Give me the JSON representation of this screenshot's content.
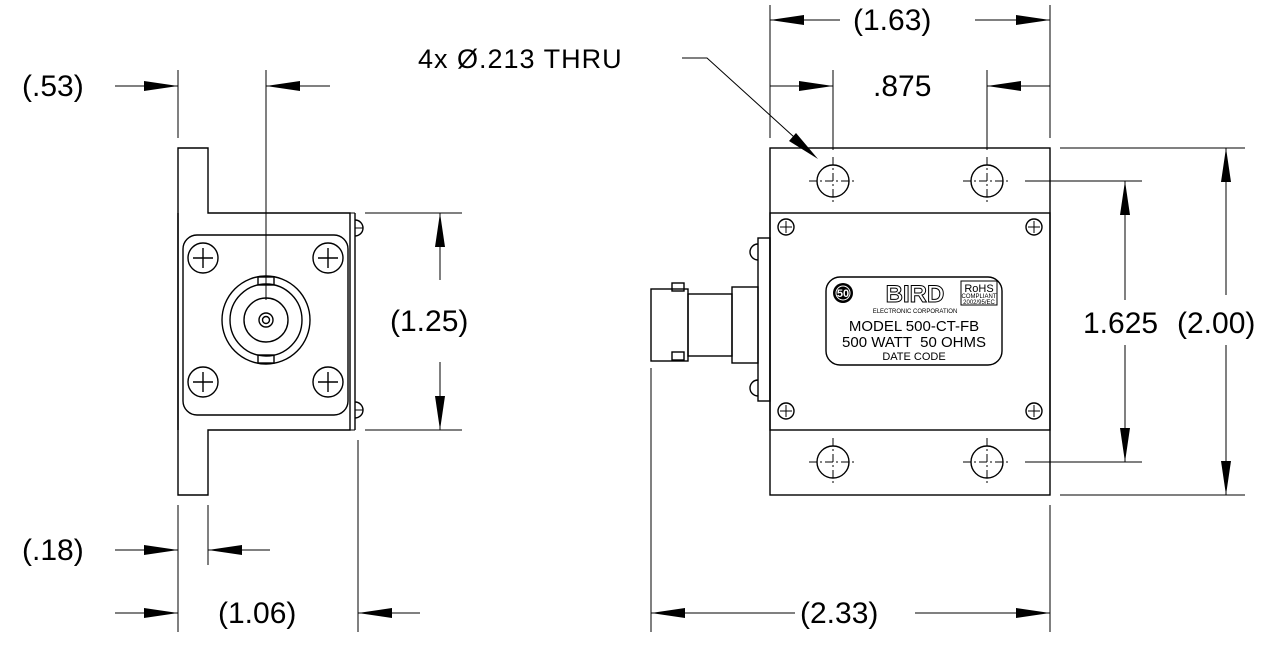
{
  "callout": {
    "hole": "4x Ø.213 THRU"
  },
  "dimensions": {
    "d053": "(.53)",
    "d018": "(.18)",
    "d106": "(1.06)",
    "d125": "(1.25)",
    "d163": "(1.63)",
    "d0875": ".875",
    "d1625": "1.625",
    "d200": "(2.00)",
    "d233": "(2.33)"
  },
  "nameplate": {
    "badge": "50",
    "logo": "BIRD",
    "company": "ELECTRONIC CORPORATION",
    "rohs": "RoHS",
    "rohs_sub1": "COMPLIANT",
    "rohs_sub2": "2002/95/EC",
    "model": "MODEL 500-CT-FB",
    "rating": "500 WATT  50 OHMS",
    "date_code": "DATE CODE"
  }
}
